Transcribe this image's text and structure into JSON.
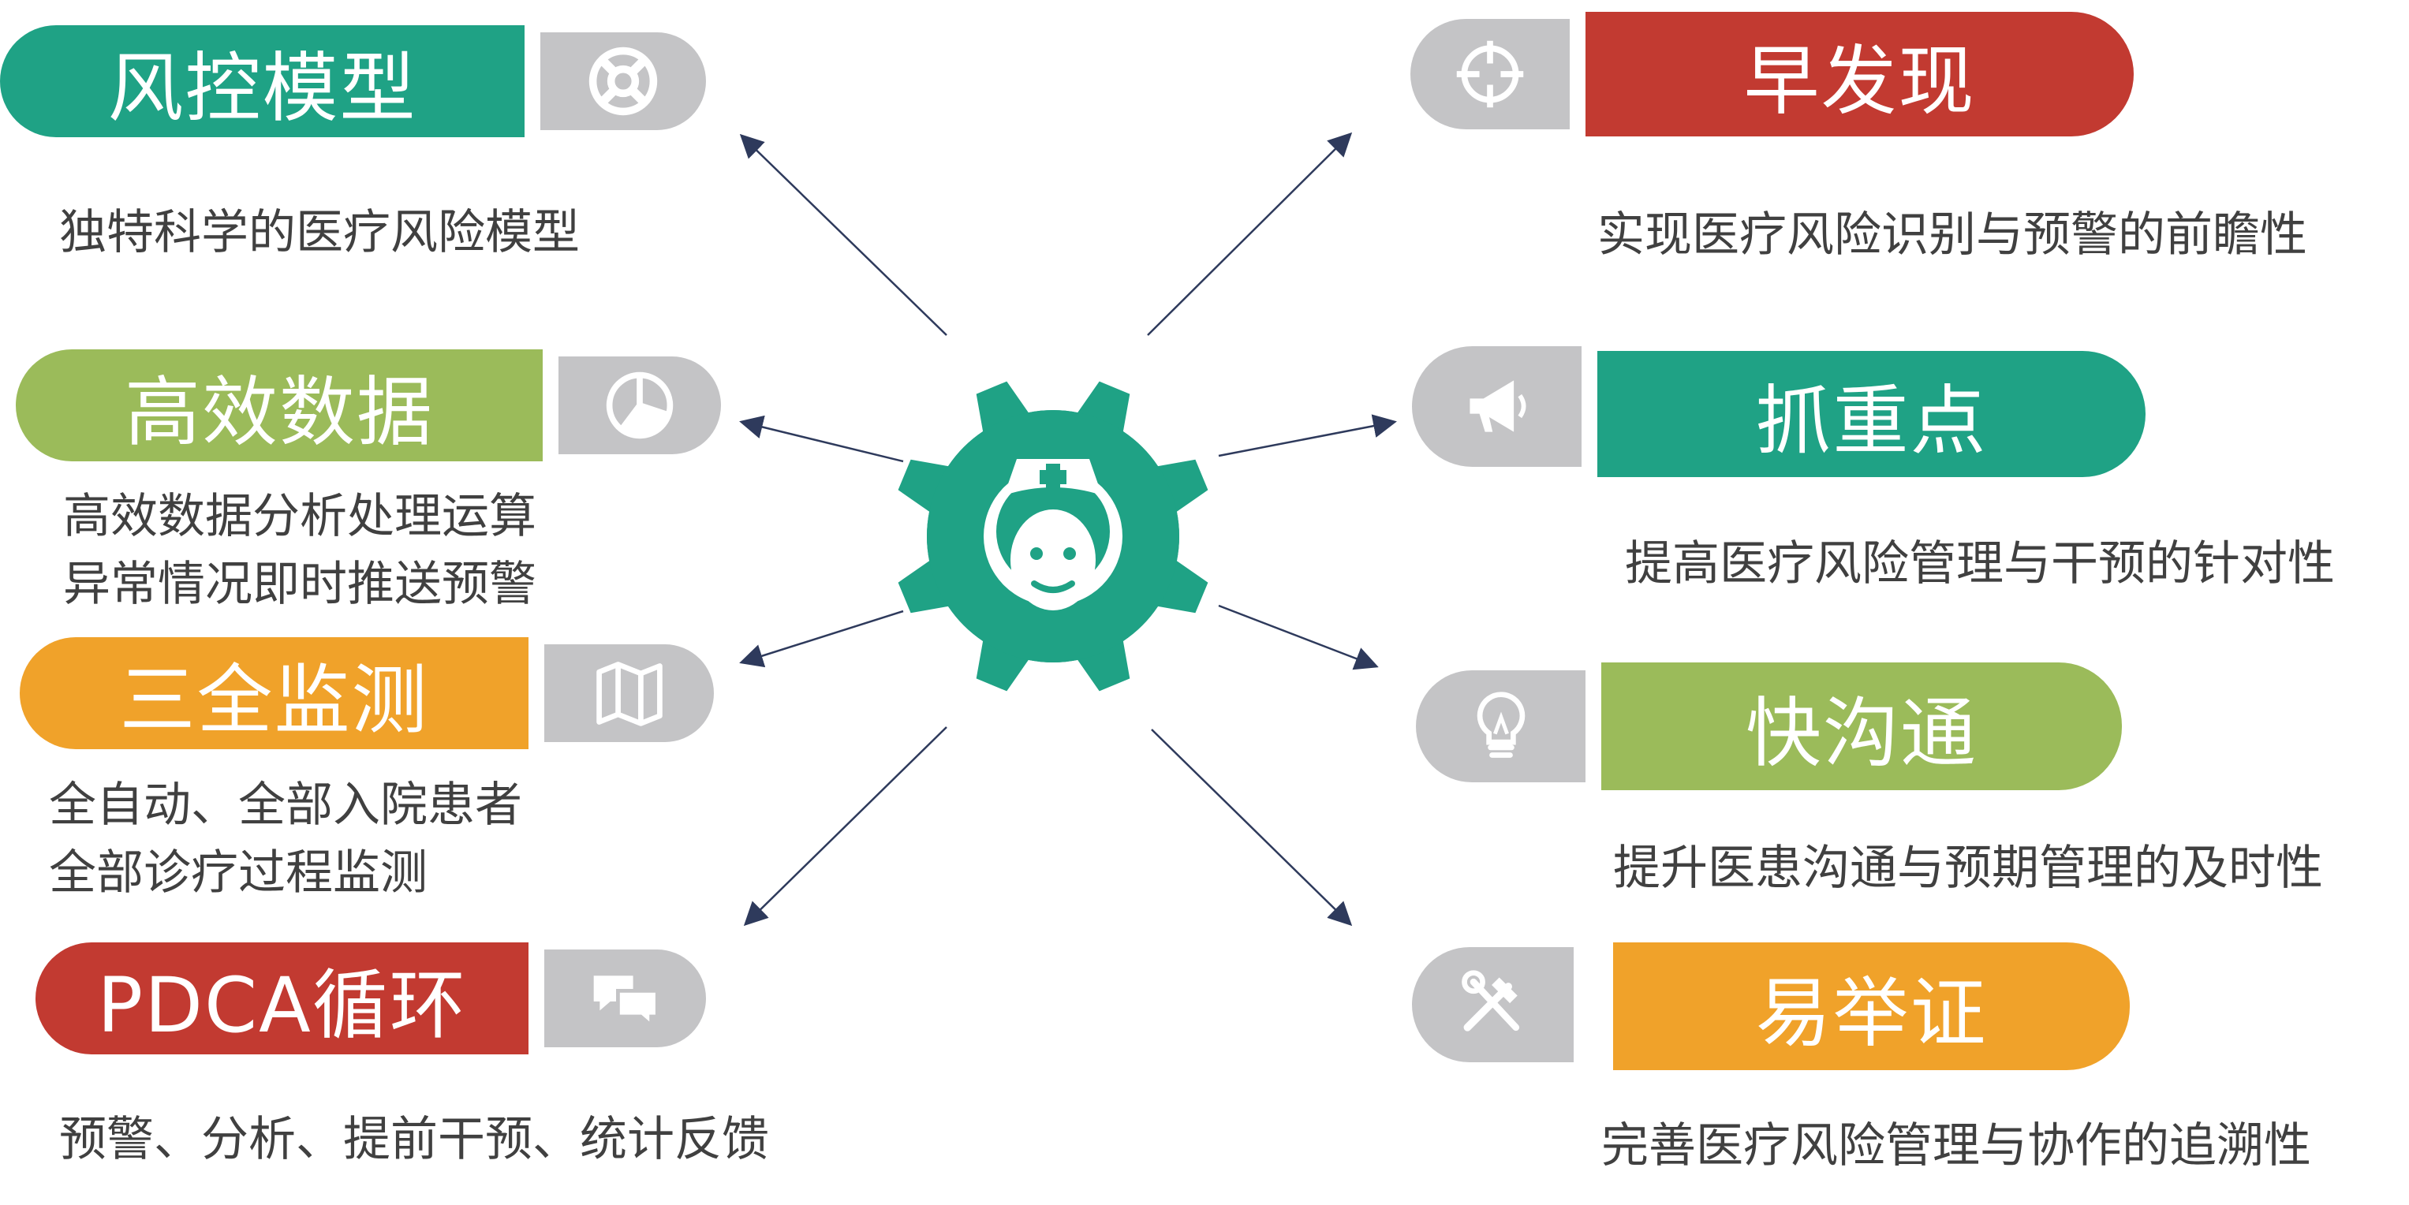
{
  "left": [
    {
      "title": "风控模型",
      "color": "#1fa285",
      "icon": "lifebuoy-icon",
      "desc": [
        "独特科学的医疗风险模型"
      ]
    },
    {
      "title": "高效数据",
      "color": "#9bbb5a",
      "icon": "pie-chart-icon",
      "desc": [
        "高效数据分析处理运算",
        "异常情况即时推送预警"
      ]
    },
    {
      "title": "三全监测",
      "color": "#f0a22a",
      "icon": "map-icon",
      "desc": [
        "全自动、全部入院患者",
        "全部诊疗过程监测"
      ]
    },
    {
      "title": "PDCA循环",
      "color": "#c23a31",
      "icon": "chat-bubbles-icon",
      "desc": [
        "预警、分析、提前干预、统计反馈"
      ]
    }
  ],
  "right": [
    {
      "title": "早发现",
      "color": "#c23a31",
      "icon": "crosshair-icon",
      "desc": [
        "实现医疗风险识别与预警的前瞻性"
      ]
    },
    {
      "title": "抓重点",
      "color": "#1fa285",
      "icon": "megaphone-icon",
      "desc": [
        "提高医疗风险管理与干预的针对性"
      ]
    },
    {
      "title": "快沟通",
      "color": "#9bbb5a",
      "icon": "lightbulb-icon",
      "desc": [
        "提升医患沟通与预期管理的及时性"
      ]
    },
    {
      "title": "易举证",
      "color": "#f0a22a",
      "icon": "tools-icon",
      "desc": [
        "完善医疗风险管理与协作的追溯性"
      ]
    }
  ],
  "center": {
    "icon": "nurse-gear-icon",
    "color": "#1fa285"
  }
}
